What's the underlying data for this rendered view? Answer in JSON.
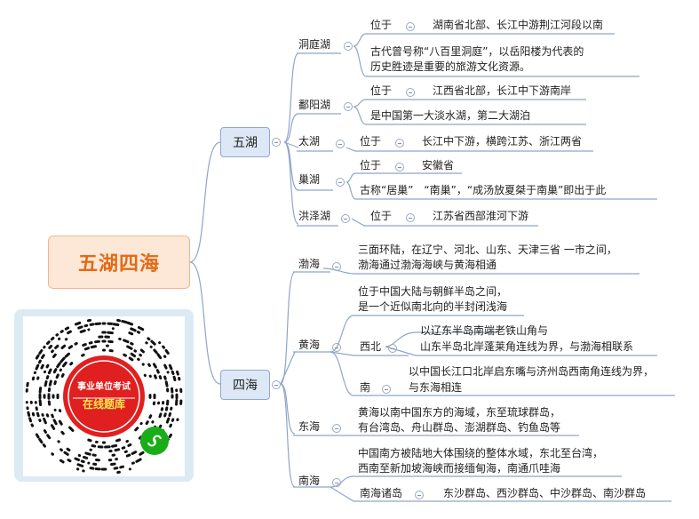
{
  "root": {
    "title": "五湖四海"
  },
  "lakes": {
    "label": "五湖",
    "items": [
      {
        "name": "洞庭湖",
        "loc_label": "位于",
        "loc": "湖南省北部、长江中游荆江河段以南",
        "desc1": "古代曾号称“八百里洞庭”，以岳阳楼为代表的",
        "desc2": "历史胜迹是重要的旅游文化资源。"
      },
      {
        "name": "鄱阳湖",
        "loc_label": "位于",
        "loc": "江西省北部，长江中下游南岸",
        "desc": "是中国第一大淡水湖，第二大湖泊"
      },
      {
        "name": "太湖",
        "loc_label": "位于",
        "loc": "长江中下游，横跨江苏、浙江两省"
      },
      {
        "name": "巢湖",
        "loc_label": "位于",
        "loc": "安徽省",
        "desc": "古称“居巢”　“南巢”，“成汤放夏桀于南巢”即出于此"
      },
      {
        "name": "洪泽湖",
        "loc_label": "位于",
        "loc": "江苏省西部淮河下游"
      }
    ]
  },
  "seas": {
    "label": "四海",
    "bohai": {
      "name": "渤海",
      "l1": "三面环陆，在辽宁、河北、山东、天津三省 一市之间，",
      "l2": "渤海通过渤海海峡与黄海相通"
    },
    "huanghai": {
      "name": "黄海",
      "l1": "位于中国大陆与朝鲜半岛之间，",
      "l2": "是一个近似南北向的半封闭浅海",
      "xibei": "西北",
      "xb1": "以辽东半岛南端老铁山角与",
      "xb2": "山东半岛北岸蓬莱角连线为界，与渤海相联系",
      "nan": "南",
      "n1": "以中国长江口北岸启东嘴与济州岛西南角连线为界，",
      "n2": "与东海相连"
    },
    "donghai": {
      "name": "东海",
      "l1": "黄海以南中国东方的海域，东至琉球群岛，",
      "l2": "有台湾岛、舟山群岛、澎湖群岛、钓鱼岛等"
    },
    "nanhai": {
      "name": "南海",
      "l1": "中国南方被陆地大体围绕的整体水域，东北至台湾，",
      "l2": "西南至新加坡海峡而接缅甸海，南通爪哇海",
      "islands": "南海诸岛",
      "islands_list": "东沙群岛、西沙群岛、中沙群岛、南沙群岛"
    }
  },
  "qr": {
    "line1": "事业单位考试",
    "line2": "在线题库"
  }
}
